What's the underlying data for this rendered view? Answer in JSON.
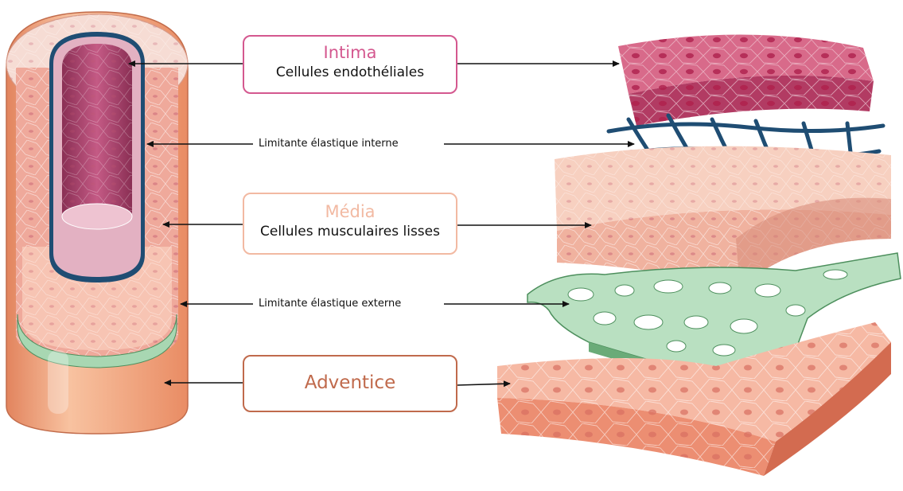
{
  "labels": {
    "intima": {
      "title": "Intima",
      "subtitle": "Cellules endothéliales"
    },
    "internal_elastic": "Limitante élastique interne",
    "media": {
      "title": "Média",
      "subtitle": "Cellules musculaires lisses"
    },
    "external_elastic": "Limitante élastique externe",
    "adventitia": {
      "title": "Adventice"
    }
  },
  "colors": {
    "intima": "#d4588f",
    "media": "#f2b9a2",
    "adventitia": "#c06a4c",
    "elastic_internal": "#1f4d73",
    "elastic_external": "#8cc89a",
    "muscle": "#f0ada0",
    "endothelium": "#b34a6c"
  }
}
